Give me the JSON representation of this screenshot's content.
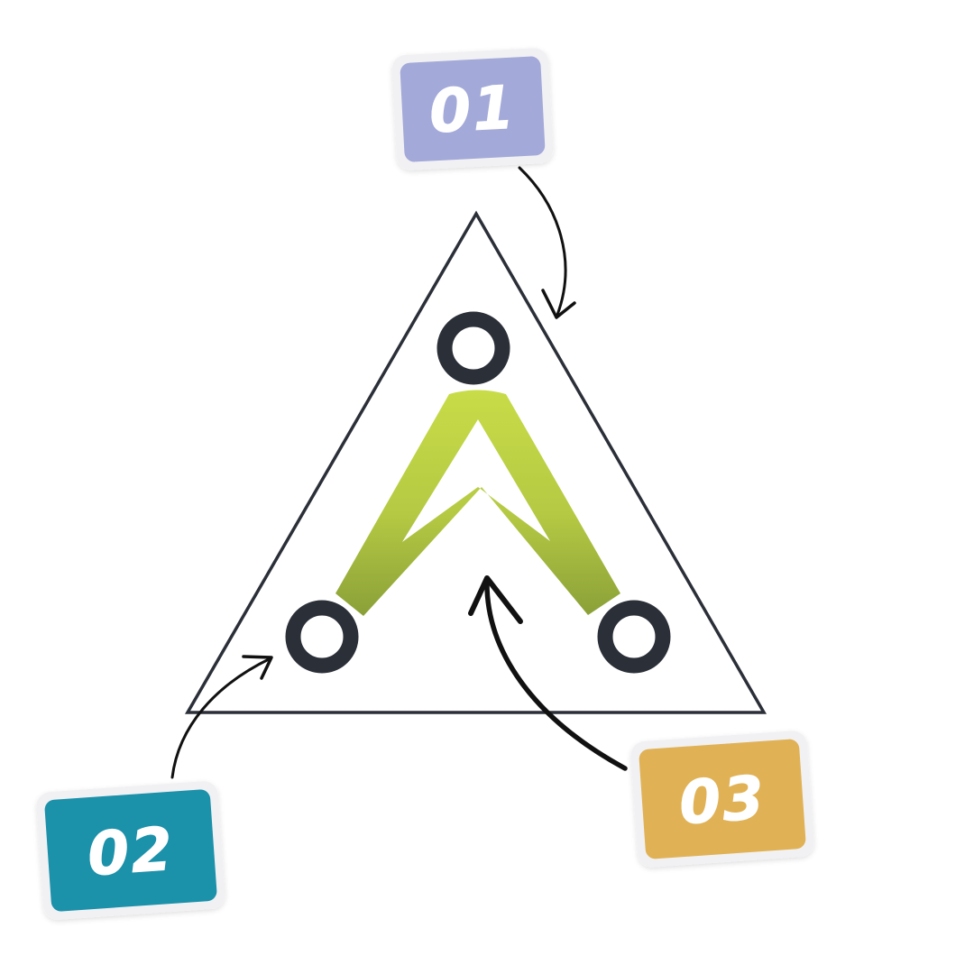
{
  "badges": {
    "one": {
      "label": "01",
      "color": "#a3a9d8"
    },
    "two": {
      "label": "02",
      "color": "#1b91aa"
    },
    "three": {
      "label": "03",
      "color": "#e0b255"
    }
  },
  "colors": {
    "outline": "#2b2f38",
    "node_ring": "#2b2f38",
    "logo_light": "#c6d94a",
    "logo_dark": "#8ea33a",
    "arrow": "#111111",
    "badge_border": "#f1f1f4"
  },
  "icons": {
    "logo": "chevron-a-logo",
    "node": "ring-node-icon",
    "arrow": "curved-arrow-icon"
  }
}
